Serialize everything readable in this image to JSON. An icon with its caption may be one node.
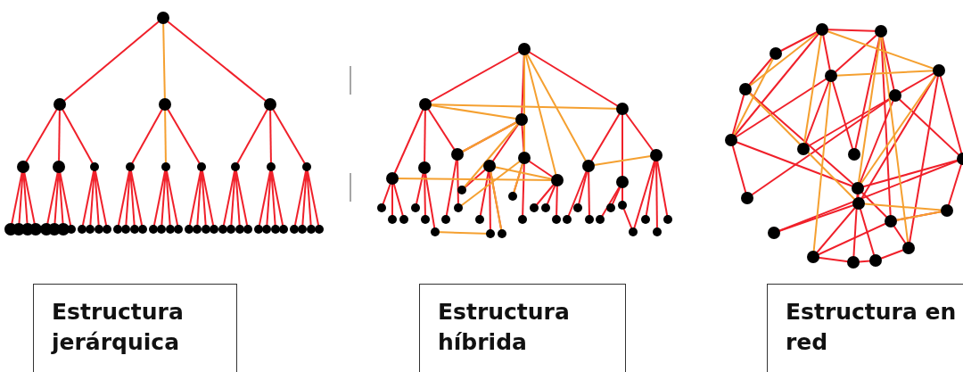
{
  "diagram": {
    "nodes": [
      {
        "text": [
          "Estructura jerárquica"
        ]
      },
      {
        "text": [
          "Estructura híbrida"
        ]
      },
      {
        "text": [
          "Estructura en red"
        ]
      }
    ]
  }
}
